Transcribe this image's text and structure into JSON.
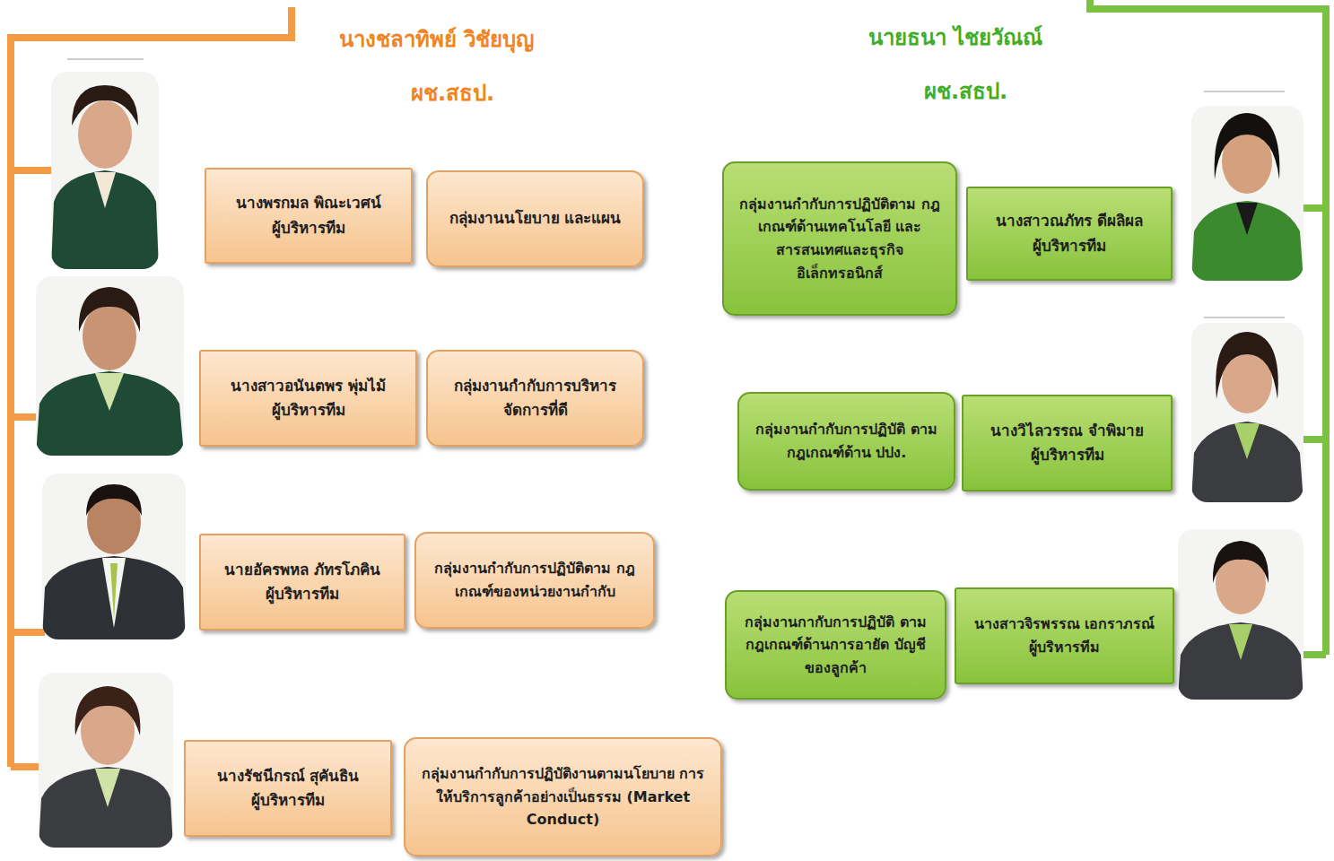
{
  "diagram": {
    "nodes": [
      {
        "text": [
          "นางพรกมล พิณะเวศน์",
          "ผู้บริหารทีม"
        ]
      },
      {
        "text": [
          "กลุ่มงานนโยบาย และแผน"
        ]
      },
      {
        "text": [
          "นางสาวอนันตพร พุ่มไม้",
          "ผู้บริหารทีม"
        ]
      },
      {
        "text": [
          "กลุ่มงานกำกับการบริหาร จัดการที่ดี"
        ]
      },
      {
        "text": [
          "นายอัครพหล ภัทรโภคิน",
          "ผู้บริหารทีม"
        ]
      },
      {
        "text": [
          "กลุ่มงานกำกับการปฏิบัติตาม กฎเกณฑ์ของหน่วยงานกำกับ"
        ]
      },
      {
        "text": [
          "นางรัชนีกรณ์ สุคันธิน",
          "ผู้บริหารทีม"
        ]
      },
      {
        "text": [
          "กลุ่มงานกำกับการปฏิบัติงานตามนโยบาย การให้บริการลูกค้าอย่างเป็นธรรม (Market Conduct)"
        ]
      },
      {
        "text": [
          "กลุ่มงานกำกับการปฏิบัติตาม กฎเกณฑ์ด้านเทคโนโลยี และสารสนเทศและธุรกิจ อิเล็กทรอนิกส์"
        ]
      },
      {
        "text": [
          "นางสาวณภัทร ดีผลิผล",
          "ผู้บริหารทีม"
        ]
      },
      {
        "text": [
          "กลุ่มงานกำกับการปฏิบัติ ตามกฎเกณฑ์ด้าน ปปง."
        ]
      },
      {
        "text": [
          "นางวิไลวรรณ จำพิมาย",
          "ผู้บริหารทีม"
        ]
      },
      {
        "text": [
          "กลุ่มงานกากับการปฏิบัติ ตามกฎเกณฑ์ด้านการอายัด บัญชีของลูกค้า"
        ]
      },
      {
        "text": [
          "นางสาวจิรพรรณ เอกราภรณ์",
          "ผู้บริหารทีม"
        ]
      }
    ],
    "labels": [
      "นางชลาทิพย์ วิชัยบุญ",
      "ผช.สธป.",
      "นายธนา ไชยวัณณ์",
      "ผช.สธป."
    ]
  }
}
